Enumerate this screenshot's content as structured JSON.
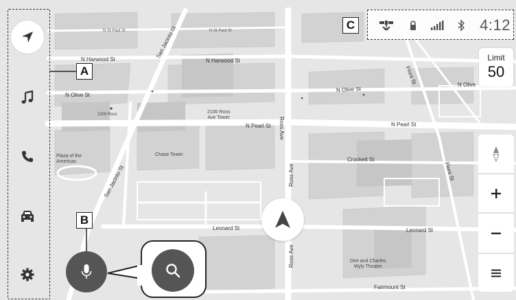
{
  "callouts": {
    "a": "A",
    "b": "B",
    "c": "C"
  },
  "status": {
    "clock": "4:12"
  },
  "speed_limit": {
    "title": "Limit",
    "value": "50"
  },
  "sidebar": {
    "items": [
      {
        "name": "navigation",
        "icon": "navigation-arrow-icon"
      },
      {
        "name": "audio",
        "icon": "music-note-icon"
      },
      {
        "name": "phone",
        "icon": "phone-icon"
      },
      {
        "name": "vehicle",
        "icon": "car-icon"
      },
      {
        "name": "settings",
        "icon": "gear-icon"
      }
    ]
  },
  "map": {
    "streets": {
      "n_st_paul_st_left": "N St Paul St",
      "n_st_paul_st_right": "N St Paul St",
      "n_harwood_left": "N Harwood St",
      "n_harwood_mid": "N Harwood St",
      "san_jacinto_top": "San Jacinto St",
      "san_jacinto_bottom": "San Jacinto St",
      "n_olive_left": "N Olive St",
      "n_olive_mid": "N Olive St",
      "n_olive_right": "N Olive",
      "n_pearl_left": "N Pearl St",
      "n_pearl_right": "N Pearl St",
      "ross_ave_top": "Ross Ave",
      "ross_ave_mid": "Ross Ave",
      "ross_ave_bottom": "Ross Ave",
      "crockett": "Crockett St",
      "leonard_left": "Leonard St",
      "leonard_right": "Leonard St",
      "flora_top": "Flora St",
      "flora_mid": "Flora St",
      "fairmount": "Fairmount St"
    },
    "pois": {
      "ross_tower": "2100 Ross\nAve Tower",
      "chase_tower": "Chase Tower",
      "plaza": "Plaza of the\nAmericas",
      "wyly": "Dee and Charles\nWyly Theatre",
      "addr_2200": "2200 Ross"
    }
  },
  "colors": {
    "mic_button": "#555555",
    "search_button": "#555555",
    "map_bg": "#e8e8e8"
  }
}
